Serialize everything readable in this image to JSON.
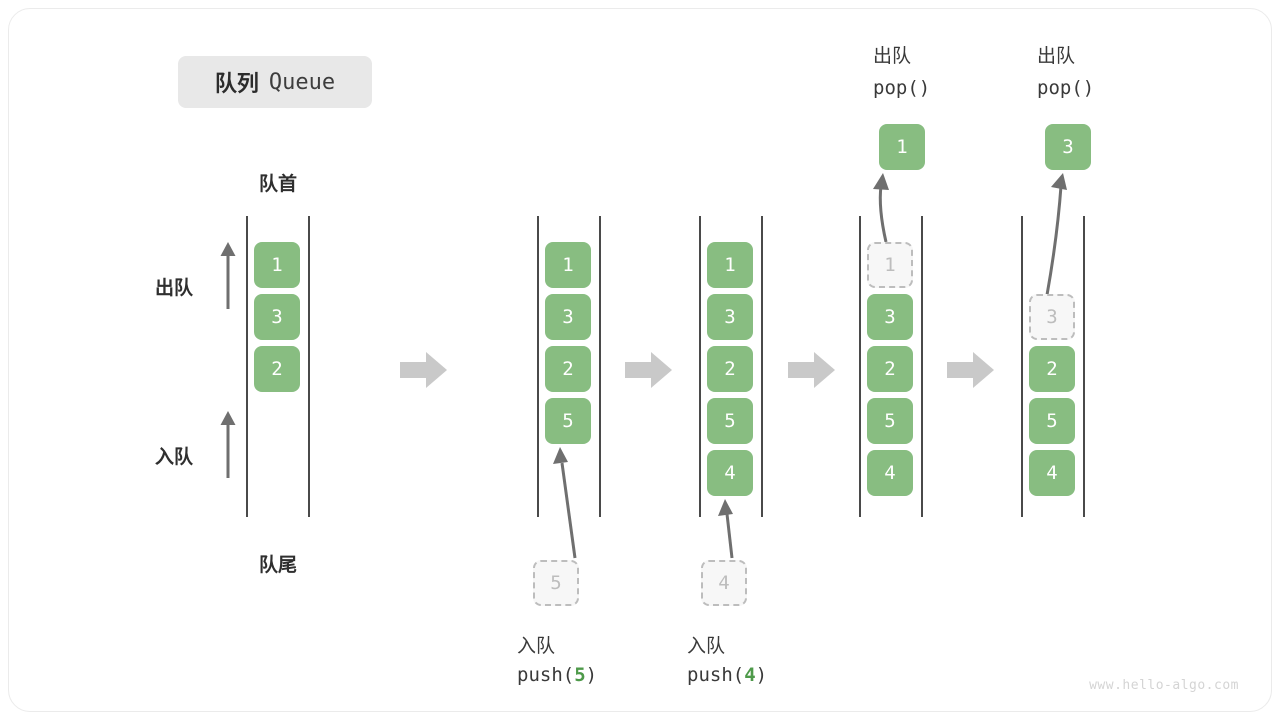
{
  "title": {
    "cn": "队列",
    "en": "Queue"
  },
  "labels": {
    "head": "队首",
    "tail": "队尾",
    "dequeue": "出队",
    "enqueue": "入队"
  },
  "watermark": "www.hello-algo.com",
  "colors": {
    "cell_fill": "#88bd81",
    "cell_text": "#ffffff",
    "ghost_fill": "#f7f7f7",
    "ghost_border": "#bdbdbd",
    "rail": "#4a4a4a",
    "arrow": "#c6c6c6",
    "accent_num": "#4e9a4a",
    "badge_bg": "#e8e8e8"
  },
  "stages": [
    {
      "id": "initial",
      "cells": [
        "1",
        "3",
        "2"
      ],
      "ghost_top": null,
      "ghost_bottom": null,
      "caption_cn": null,
      "caption_code": null,
      "popped": null
    },
    {
      "id": "push-5",
      "cells": [
        "1",
        "3",
        "2",
        "5"
      ],
      "ghost_top": null,
      "ghost_bottom": "5",
      "caption_cn": "入队",
      "caption_code": "push(5)",
      "caption_code_prefix": "push(",
      "caption_code_num": "5",
      "caption_code_suffix": ")",
      "popped": null
    },
    {
      "id": "push-4",
      "cells": [
        "1",
        "3",
        "2",
        "5",
        "4"
      ],
      "ghost_top": null,
      "ghost_bottom": "4",
      "caption_cn": "入队",
      "caption_code": "push(4)",
      "caption_code_prefix": "push(",
      "caption_code_num": "4",
      "caption_code_suffix": ")",
      "popped": null
    },
    {
      "id": "pop-1",
      "cells": [
        "3",
        "2",
        "5",
        "4"
      ],
      "ghost_top": "1",
      "ghost_bottom": null,
      "caption_cn": "出队",
      "caption_code": "pop()",
      "popped": "1"
    },
    {
      "id": "pop-3",
      "cells": [
        "2",
        "5",
        "4"
      ],
      "ghost_top": "3",
      "ghost_bottom": null,
      "caption_cn": "出队",
      "caption_code": "pop()",
      "popped": "3"
    }
  ],
  "separators": [
    "arrow-right-icon",
    "arrow-right-icon",
    "arrow-right-icon",
    "arrow-right-icon"
  ]
}
